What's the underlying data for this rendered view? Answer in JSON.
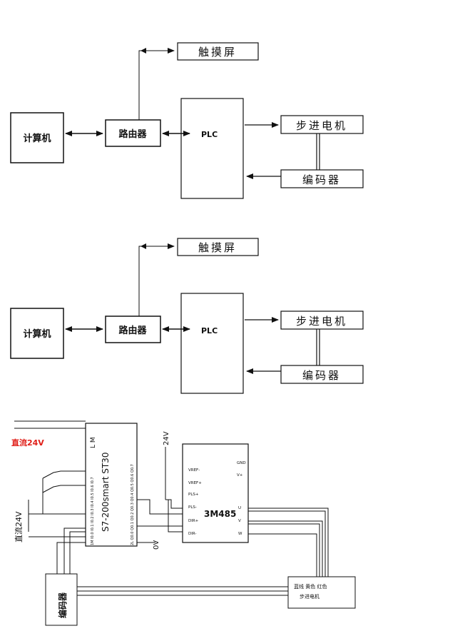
{
  "diagram1": {
    "computer": "计算机",
    "router": "路由器",
    "plc": "PLC",
    "touchscreen": "触摸屏",
    "stepper_motor": "步进电机",
    "encoder": "编码器"
  },
  "diagram2": {
    "computer": "计算机",
    "router": "路由器",
    "plc": "PLC",
    "touchscreen": "触摸屏",
    "stepper_motor": "步进电机",
    "encoder": "编码器"
  },
  "wiring": {
    "dc24v_red": "直流24V",
    "dc24v_side": "直流24V",
    "plc_model": "S7-200smart ST30",
    "plc_top_terminal": "L M",
    "label_24v": "24V",
    "label_0v": "0V",
    "driver_model": "3M485",
    "driver_pins_left": [
      "VREF-",
      "VREF+",
      "PLS+",
      "PLS-",
      "DIR+",
      "DIR-"
    ],
    "driver_pins_right": [
      "GND",
      "V+",
      "U",
      "V",
      "W"
    ],
    "encoder_box": "编码器",
    "motor_box_line1": "蓝线 黄色 红色",
    "motor_box_line2": "步进电机",
    "plc_input_pins": "1M I0.0 I0.1 I0.2 I0.3 I0.4 I0.5 I0.6 I0.7",
    "plc_output_pins": "2L Q0.0 Q0.1 Q0.2 Q0.3 Q0.4 Q0.5 Q0.6 Q0.7"
  },
  "colors": {
    "line": "#111111",
    "accent_red": "#e0201a"
  }
}
